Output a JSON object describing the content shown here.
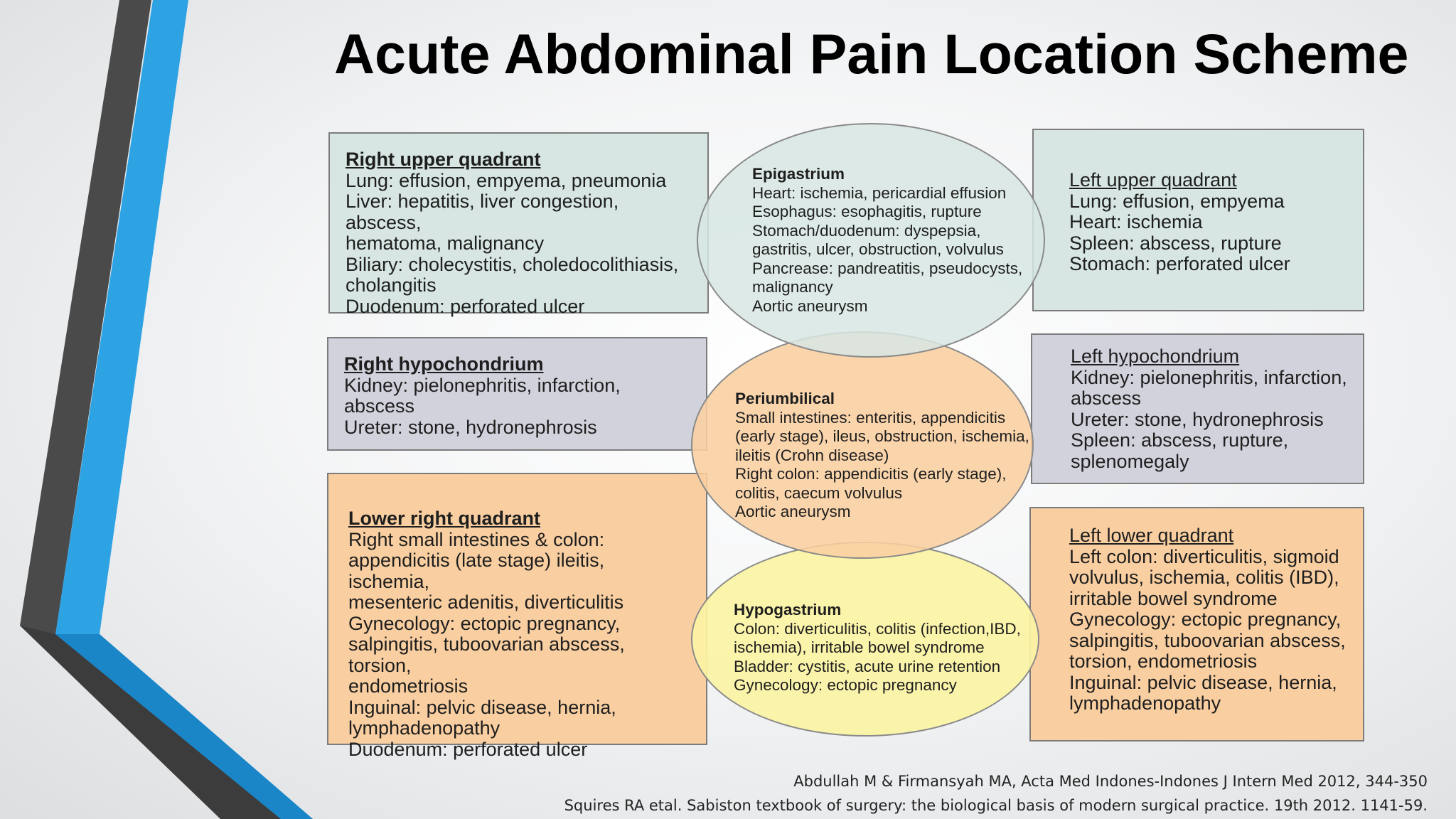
{
  "title": "Acute Abdominal Pain Location Scheme",
  "colors": {
    "green_box": "#d7e6e3",
    "lavender_box": "#d2d2dc",
    "orange_box": "#f9cfa1",
    "epigastrium_oval": "#d7e6e3",
    "periumbilical_oval": "#f9cfa1",
    "hypogastrium_oval": "#fbf3a4",
    "accent_blue": "#2ea3e4",
    "accent_dark": "#4a4a4a"
  },
  "regions": {
    "right_upper_quadrant": {
      "heading": "Right upper quadrant",
      "lines": [
        "Lung: effusion, empyema, pneumonia",
        "Liver: hepatitis, liver congestion, abscess,",
        "hematoma, malignancy",
        "Biliary: cholecystitis, choledocolithiasis,",
        "cholangitis",
        "Duodenum: perforated ulcer"
      ]
    },
    "right_hypochondrium": {
      "heading": "Right hypochondrium",
      "lines": [
        "Kidney: pielonephritis, infarction,",
        "abscess",
        "Ureter: stone, hydronephrosis"
      ]
    },
    "lower_right_quadrant": {
      "heading": "Lower right quadrant",
      "lines": [
        "Right small intestines & colon:",
        "appendicitis (late stage) ileitis, ischemia,",
        "mesenteric adenitis, diverticulitis",
        "Gynecology: ectopic pregnancy,",
        "salpingitis, tuboovarian abscess, torsion,",
        "endometriosis",
        "Inguinal: pelvic disease, hernia,",
        "lymphadenopathy",
        "Duodenum: perforated ulcer"
      ]
    },
    "left_upper_quadrant": {
      "heading": "Left upper quadrant",
      "lines": [
        "Lung: effusion, empyema",
        "Heart: ischemia",
        "Spleen: abscess, rupture",
        "Stomach: perforated ulcer"
      ]
    },
    "left_hypochondrium": {
      "heading": "Left hypochondrium",
      "lines": [
        "Kidney: pielonephritis, infarction,",
        "abscess",
        "Ureter: stone, hydronephrosis",
        "Spleen: abscess, rupture,",
        "splenomegaly"
      ]
    },
    "left_lower_quadrant": {
      "heading": "Left lower quadrant",
      "lines": [
        "Left colon: diverticulitis, sigmoid",
        "volvulus, ischemia, colitis (IBD),",
        "irritable bowel syndrome",
        "Gynecology: ectopic pregnancy,",
        "salpingitis, tuboovarian abscess,",
        "torsion, endometriosis",
        "Inguinal: pelvic disease, hernia,",
        "lymphadenopathy"
      ]
    },
    "epigastrium": {
      "heading": "Epigastrium",
      "lines": [
        "Heart: ischemia, pericardial effusion",
        "Esophagus: esophagitis, rupture",
        "Stomach/duodenum: dyspepsia,",
        "gastritis, ulcer, obstruction, volvulus",
        "Pancrease: pandreatitis, pseudocysts,",
        "malignancy",
        "Aortic aneurysm"
      ]
    },
    "periumbilical": {
      "heading": "Periumbilical",
      "lines": [
        "Small intestines: enteritis, appendicitis",
        "(early stage), ileus, obstruction, ischemia,",
        "ileitis (Crohn disease)",
        "Right colon: appendicitis (early stage),",
        "colitis, caecum volvulus",
        "Aortic aneurysm"
      ]
    },
    "hypogastrium": {
      "heading": "Hypogastrium",
      "lines": [
        "Colon: diverticulitis, colitis (infection,IBD,",
        "ischemia), irritable bowel syndrome",
        "Bladder: cystitis, acute urine retention",
        "Gynecology: ectopic pregnancy"
      ]
    }
  },
  "references": [
    "Abdullah M & Firmansyah MA, Acta Med Indones-Indones J Intern Med 2012, 344-350",
    "Squires RA etal. Sabiston textbook of surgery: the biological basis of modern surgical practice. 19th 2012. 1141-59."
  ]
}
